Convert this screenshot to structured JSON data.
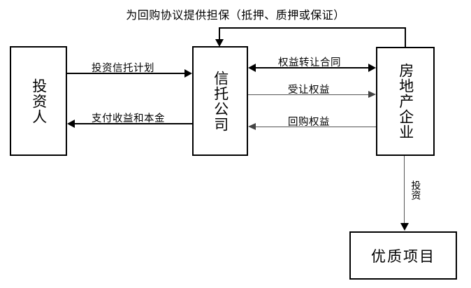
{
  "diagram": {
    "title": "为回购协议提供担保（抵押、质押或保证）",
    "nodes": {
      "investor": {
        "label": "投资人",
        "orientation": "vertical"
      },
      "trust": {
        "label": "信托公司",
        "orientation": "vertical"
      },
      "realestate": {
        "label": "房地产企业",
        "orientation": "vertical"
      },
      "project": {
        "label": "优质项目",
        "orientation": "horizontal"
      }
    },
    "edges": [
      {
        "id": "invest-trust-plan",
        "label": "投资信托计划",
        "from": "investor",
        "to": "trust",
        "direction": "right"
      },
      {
        "id": "pay-return-principal",
        "label": "支付收益和本金",
        "from": "trust",
        "to": "investor",
        "direction": "left"
      },
      {
        "id": "equity-transfer-contract",
        "label": "权益转让合同",
        "from": "trust",
        "to": "realestate",
        "direction": "both"
      },
      {
        "id": "accept-equity",
        "label": "受让权益",
        "from": "trust",
        "to": "realestate",
        "direction": "right"
      },
      {
        "id": "repurchase-equity",
        "label": "回购权益",
        "from": "realestate",
        "to": "trust",
        "direction": "left"
      },
      {
        "id": "guarantee-bracket",
        "label": "为回购协议提供担保（抵押、质押或保证）",
        "from": "realestate",
        "to": "trust",
        "direction": "down"
      },
      {
        "id": "investment",
        "label": "投资",
        "from": "realestate",
        "to": "project",
        "direction": "down"
      }
    ],
    "colors": {
      "stroke": "#000000",
      "thin_stroke": "#555555",
      "background": "#ffffff",
      "text": "#000000"
    }
  }
}
